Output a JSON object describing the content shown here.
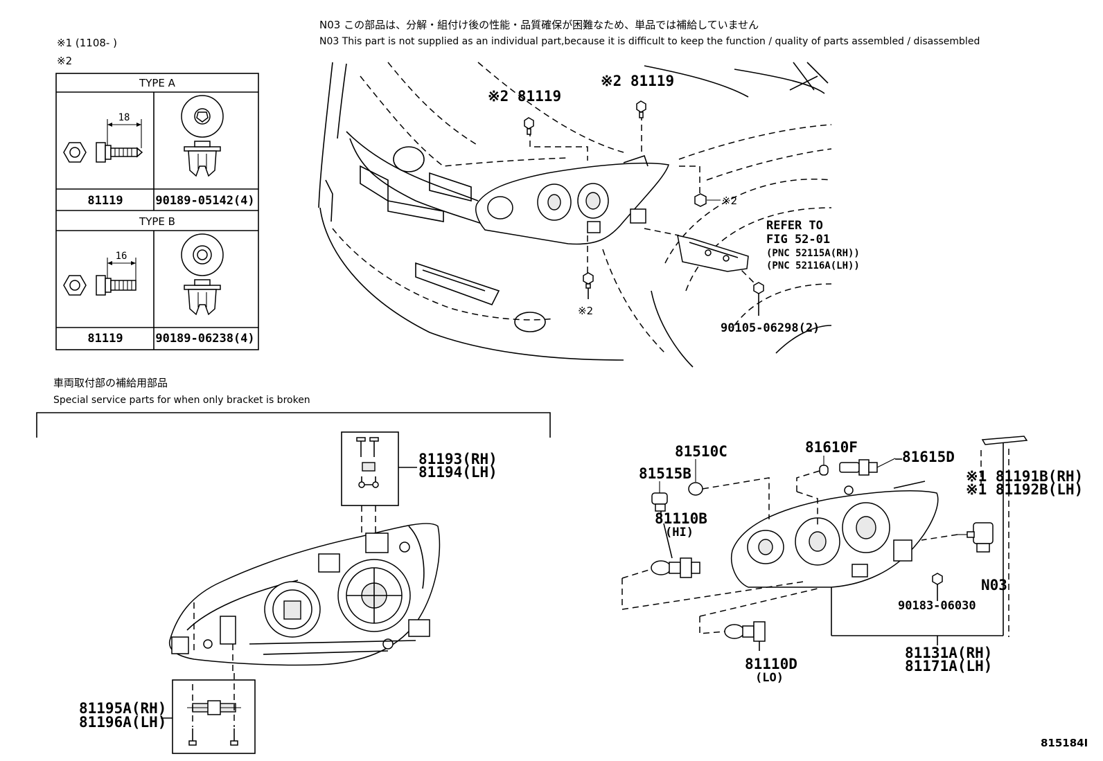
{
  "notes": {
    "n03_jp": "N03 この部品は、分解・組付け後の性能・品質確保が困難なため、単品では補給していません",
    "n03_en": "N03 This part is not supplied as an  individual part,because it is difficult to keep the function / quality of parts assembled / disassembled",
    "mark1": "※1 (1108-        )",
    "mark2": "※2"
  },
  "type_table": {
    "type_a": {
      "title": "TYPE A",
      "dimension": "18",
      "col1_part": "81119",
      "col2_part": "90189-05142(4)"
    },
    "type_b": {
      "title": "TYPE B",
      "dimension": "16",
      "col1_part": "81119",
      "col2_part": "90189-06238(4)"
    }
  },
  "vehicle_view": {
    "callout_bolt_left": "※2 81119",
    "callout_bolt_right": "※2 81119",
    "callout_clip_right": "※2",
    "callout_clip_bottom": "※2",
    "refer_lines": [
      "REFER TO",
      "FIG 52-01",
      "(PNC 52115A(RH))",
      "(PNC 52116A(LH))"
    ],
    "screw_part": "90105-06298(2)"
  },
  "service_parts": {
    "heading_jp": "車両取付部の補給用部品",
    "heading_en": "Special service parts for when only bracket is broken",
    "upper_kit": [
      "81193(RH)",
      "81194(LH)"
    ],
    "lower_kit": [
      "81195A(RH)",
      "81196A(LH)"
    ]
  },
  "exploded_view": {
    "p81510c": "81510C",
    "p81610f": "81610F",
    "p81615d": "81615D",
    "p81515b": "81515B",
    "p81110b": "81110B",
    "p81110b_sub": "(HI)",
    "p81191": "※1 81191B(RH)",
    "p81192": "※1 81192B(LH)",
    "n03": "N03",
    "p90183": "90183-06030",
    "p81131": "81131A(RH)",
    "p81171": "81171A(LH)",
    "p81110d": "81110D",
    "p81110d_sub": "(LO)"
  },
  "diagram_id": "815184I"
}
